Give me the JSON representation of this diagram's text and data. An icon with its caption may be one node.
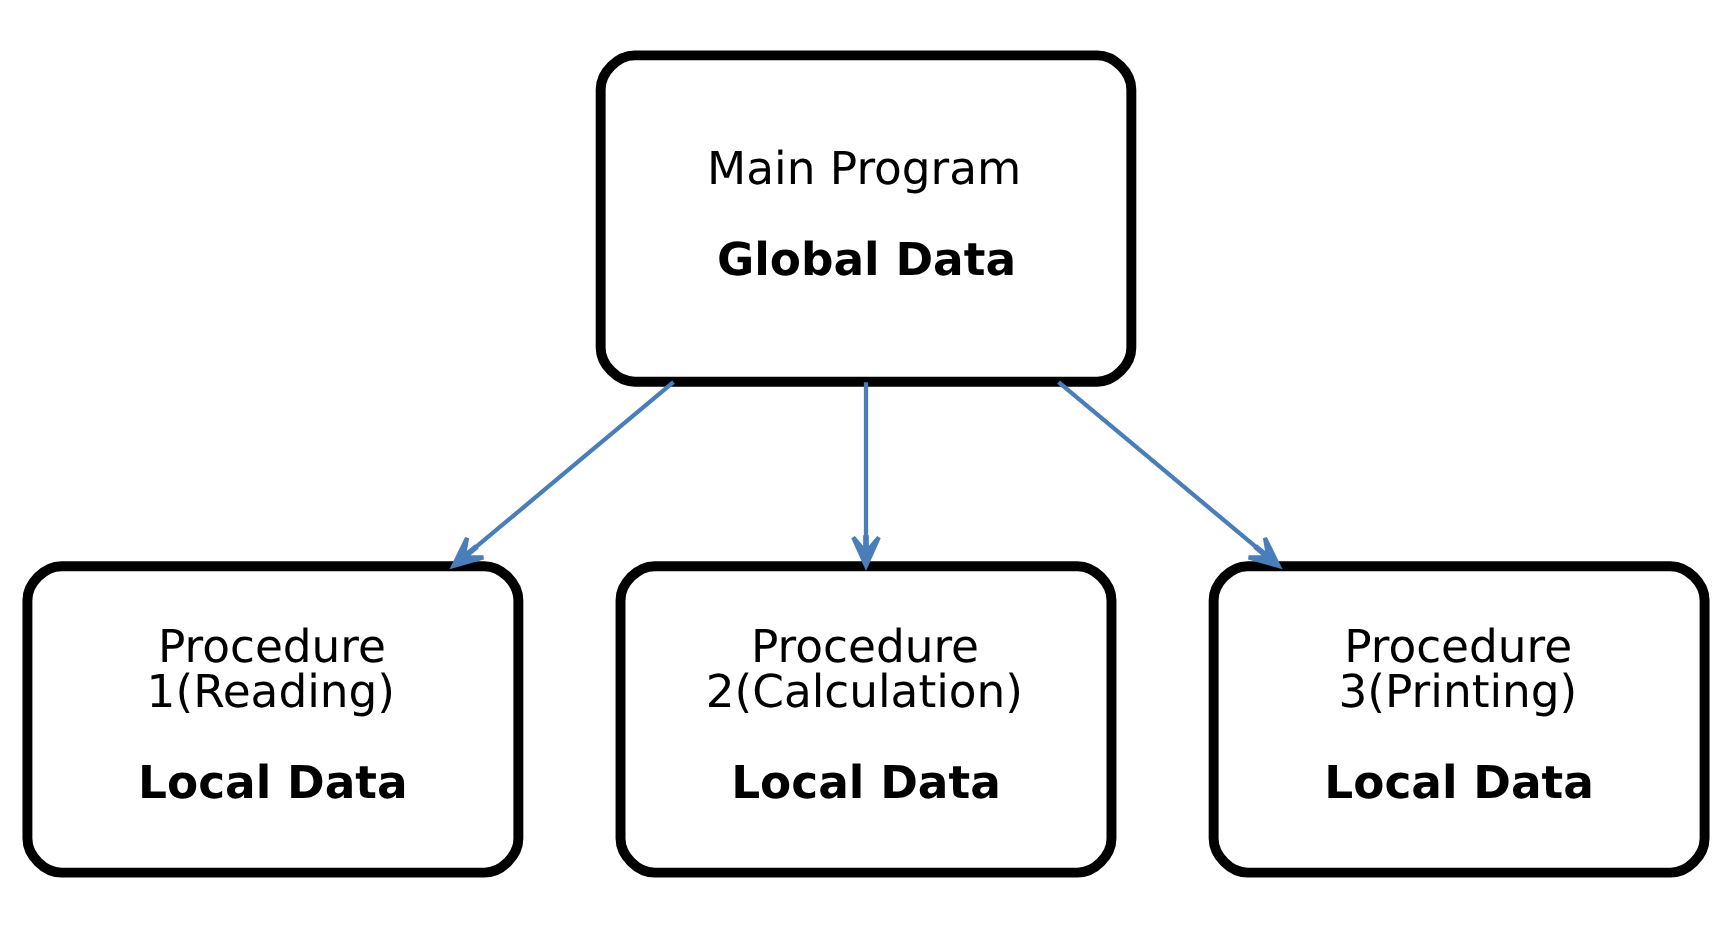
{
  "diagram": {
    "nodes": [
      {
        "text": [
          "Main Program",
          "Global Data"
        ]
      },
      {
        "text": [
          "Procedure 1(Reading)",
          "Local Data"
        ]
      },
      {
        "text": [
          "Procedure 2(Calculation)",
          "Local Data"
        ]
      },
      {
        "text": [
          "Procedure 3(Printing)",
          "Local Data"
        ]
      }
    ],
    "edges": [
      {
        "from": 0,
        "to": 1,
        "arrow": "to"
      },
      {
        "from": 0,
        "to": 2,
        "arrow": "to"
      },
      {
        "from": 0,
        "to": 3,
        "arrow": "to"
      }
    ]
  }
}
